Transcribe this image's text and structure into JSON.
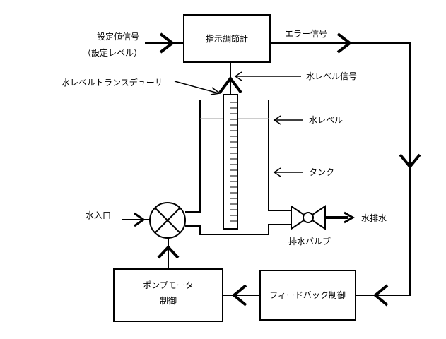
{
  "controller": {
    "label": "指示調節計"
  },
  "inputs": {
    "setpoint_line1": "設定値信号",
    "setpoint_line2": "（設定レベル）"
  },
  "signals": {
    "error": "エラー信号",
    "level_signal": "水レベル信号"
  },
  "components": {
    "transducer": "水レベルトランスデューサ",
    "water_level": "水レベル",
    "tank": "タンク",
    "inlet": "水入口",
    "drain": "水排水",
    "drain_valve": "排水バルブ",
    "feedback_control": "フィードバック制御",
    "pump_motor_line1": "ポンプモータ",
    "pump_motor_line2": "制御"
  },
  "colors": {
    "line": "#000000",
    "water_level_line": "#999999",
    "background": "#ffffff"
  }
}
